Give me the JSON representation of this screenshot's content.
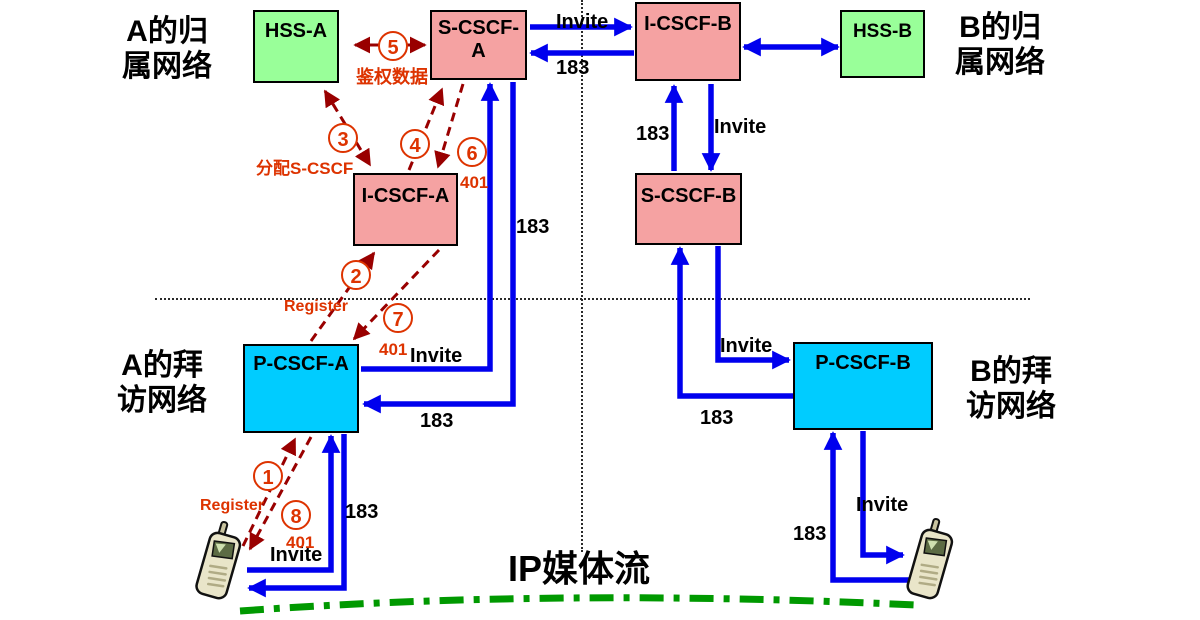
{
  "regions": {
    "a_home": "A的归\n属网络",
    "b_home": "B的归\n属网络",
    "a_visited": "A的拜\n访网络",
    "b_visited": "B的拜\n访网络"
  },
  "nodes": {
    "hss_a": "HSS-A",
    "s_cscf_a": "S-CSCF-\nA",
    "i_cscf_a": "I-CSCF-A",
    "p_cscf_a": "P-CSCF-A",
    "i_cscf_b": "I-CSCF-B",
    "s_cscf_b": "S-CSCF-B",
    "p_cscf_b": "P-CSCF-B",
    "hss_b": "HSS-B"
  },
  "labels": {
    "invite": "Invite",
    "sip_183": "183",
    "sip_401": "401",
    "register": "Register",
    "auth_data": "鉴权数据",
    "assign_s_cscf": "分配S-CSCF",
    "ip_media_stream": "IP媒体流"
  },
  "steps": {
    "s1": "1",
    "s2": "2",
    "s3": "3",
    "s4": "4",
    "s5": "5",
    "s6": "6",
    "s7": "7",
    "s8": "8"
  },
  "colors": {
    "home_node_fill": "#99FF99",
    "cscf_node_fill": "#F5A2A2",
    "visited_node_fill": "#00CCFF",
    "signal_arrow_blue": "#0000EE",
    "register_arrow_dark_red": "#990000",
    "annotation_orange_red": "#DD3300",
    "media_stream_green": "#009900"
  }
}
